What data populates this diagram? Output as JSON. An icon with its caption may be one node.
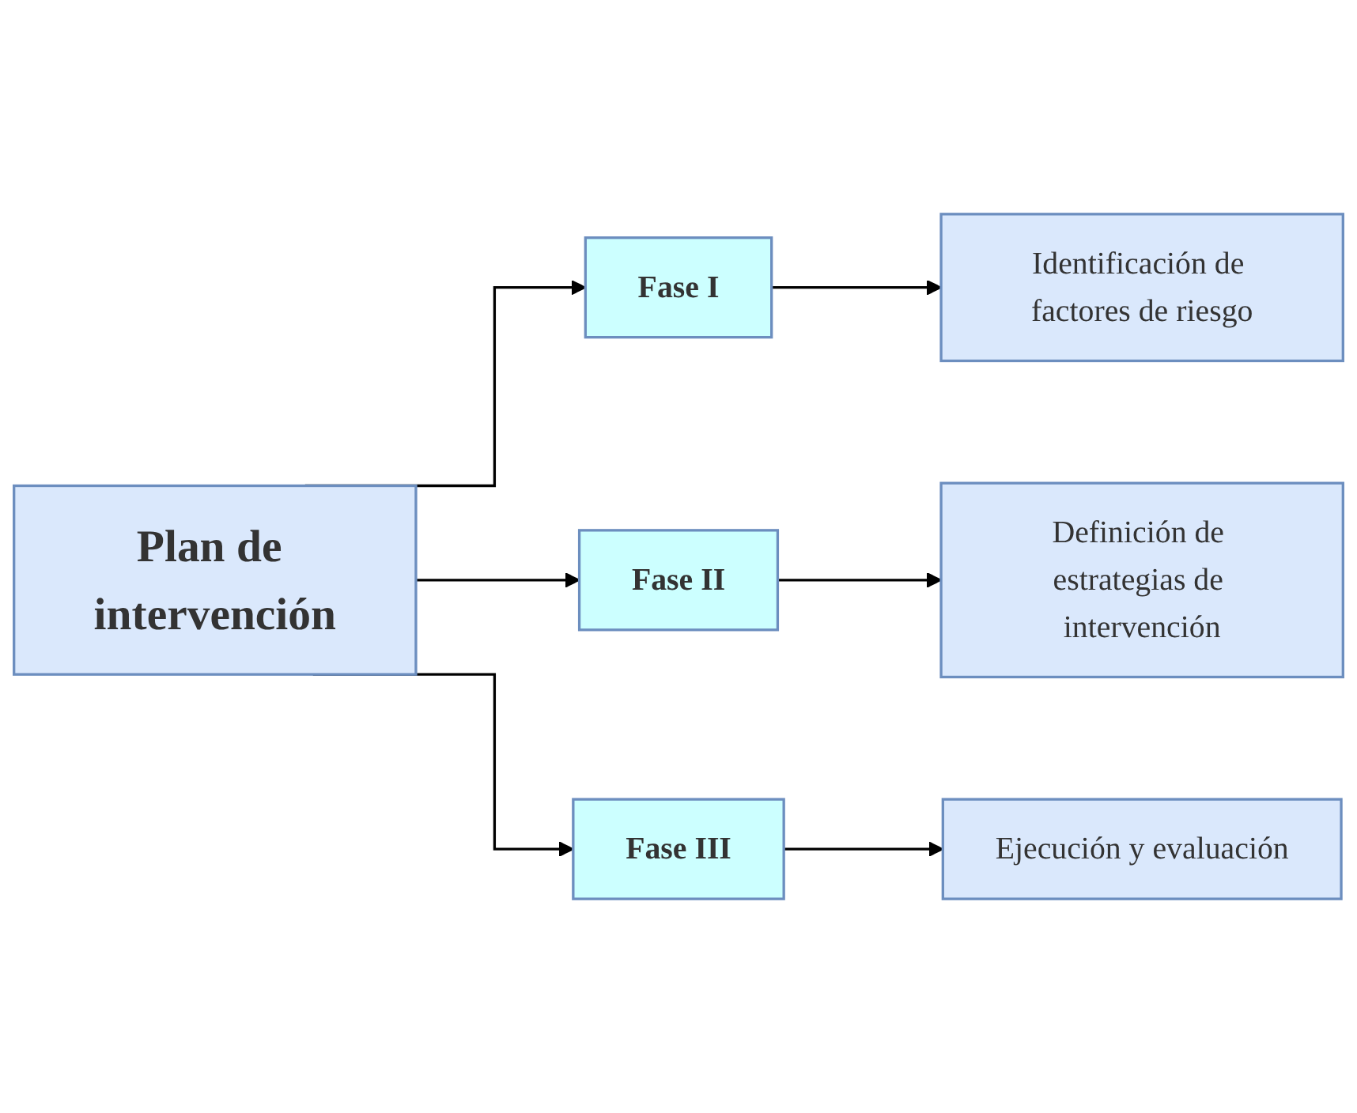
{
  "diagram": {
    "nodes": [
      {
        "text": [
          "Plan de intervención"
        ]
      },
      {
        "text": [
          "Fase I"
        ]
      },
      {
        "text": [
          "Fase II"
        ]
      },
      {
        "text": [
          "Fase III"
        ]
      },
      {
        "text": [
          "Identificación de factores de riesgo"
        ]
      },
      {
        "text": [
          "Definición de estrategias de intervención"
        ]
      },
      {
        "text": [
          "Ejecución y evaluación"
        ]
      }
    ],
    "edges": [
      {
        "from": 0,
        "to": 1,
        "arrow": "to"
      },
      {
        "from": 0,
        "to": 2,
        "arrow": "to"
      },
      {
        "from": 0,
        "to": 3,
        "arrow": "to"
      },
      {
        "from": 1,
        "to": 4,
        "arrow": "to"
      },
      {
        "from": 2,
        "to": 5,
        "arrow": "to"
      },
      {
        "from": 3,
        "to": 6,
        "arrow": "to"
      }
    ]
  }
}
